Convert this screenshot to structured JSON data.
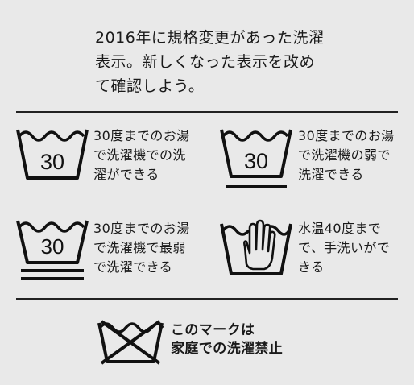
{
  "intro_lines": [
    "2016年に規格変更があった洗濯",
    "表示。新しくなった表示を改め",
    "て確認しよう。"
  ],
  "items": [
    {
      "icon": "wash-tub-30-icon",
      "temp": "30",
      "text": "30度までのお湯\nで洗濯機での洗\n濯ができる"
    },
    {
      "icon": "wash-tub-30-gentle-icon",
      "temp": "30",
      "text": "30度までのお湯\nで洗濯機の弱で\n洗濯できる"
    },
    {
      "icon": "wash-tub-30-very-gentle-icon",
      "temp": "30",
      "text": "30度までのお湯\nで洗濯機で最弱\nで洗濯できる"
    },
    {
      "icon": "hand-wash-icon",
      "text": "水温40度まで\nで、手洗いがで\nきる"
    }
  ],
  "no_wash": {
    "icon": "do-not-wash-icon",
    "text": "このマークは\n家庭での洗濯禁止"
  }
}
